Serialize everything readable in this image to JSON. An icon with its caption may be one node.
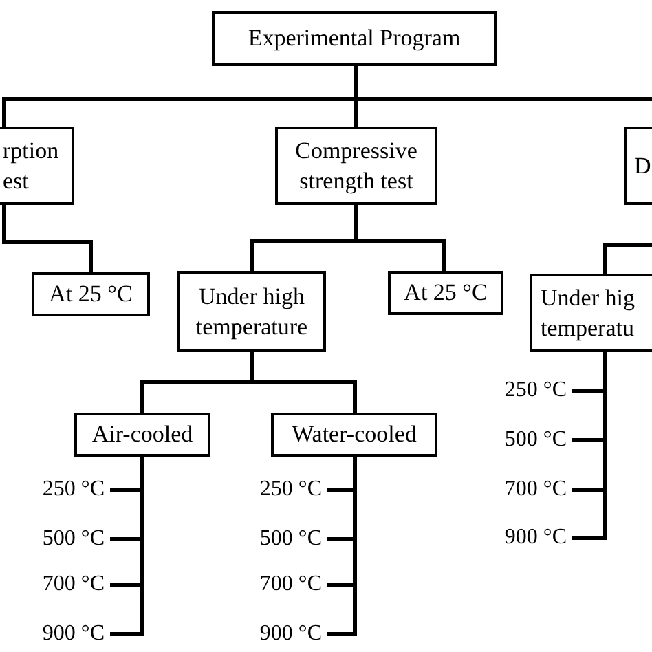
{
  "diagram": {
    "nodes": [
      {
        "text": [
          "Experimental Program"
        ]
      },
      {
        "text": [
          "rption est"
        ]
      },
      {
        "text": [
          "Compressive strength test"
        ]
      },
      {
        "text": [
          "D"
        ]
      },
      {
        "text": [
          "At 25 °C"
        ]
      },
      {
        "text": [
          "Under high temperature"
        ]
      },
      {
        "text": [
          "At 25 °C"
        ]
      },
      {
        "text": [
          "Under hig temperatu"
        ]
      },
      {
        "text": [
          "Air-cooled"
        ]
      },
      {
        "text": [
          "Water-cooled"
        ]
      },
      {
        "text": [
          "250 °C"
        ]
      },
      {
        "text": [
          "500 °C"
        ]
      },
      {
        "text": [
          "700 °C"
        ]
      },
      {
        "text": [
          "900 °C"
        ]
      },
      {
        "text": [
          "250 °C"
        ]
      },
      {
        "text": [
          "500 °C"
        ]
      },
      {
        "text": [
          "700 °C"
        ]
      },
      {
        "text": [
          "900 °C"
        ]
      },
      {
        "text": [
          "250 °C"
        ]
      },
      {
        "text": [
          "500 °C"
        ]
      },
      {
        "text": [
          "700 °C"
        ]
      },
      {
        "text": [
          "900 °C"
        ]
      }
    ],
    "edges": [
      {
        "from": 0,
        "to": 1,
        "arrow": "none"
      },
      {
        "from": 0,
        "to": 2,
        "arrow": "none"
      },
      {
        "from": 0,
        "to": 3,
        "arrow": "none"
      },
      {
        "from": 1,
        "to": 4,
        "arrow": "none"
      },
      {
        "from": 2,
        "to": 5,
        "arrow": "none"
      },
      {
        "from": 2,
        "to": 6,
        "arrow": "none"
      },
      {
        "from": 3,
        "to": 7,
        "arrow": "none"
      },
      {
        "from": 5,
        "to": 8,
        "arrow": "none"
      },
      {
        "from": 5,
        "to": 9,
        "arrow": "none"
      },
      {
        "from": 8,
        "to": 10,
        "arrow": "none"
      },
      {
        "from": 8,
        "to": 11,
        "arrow": "none"
      },
      {
        "from": 8,
        "to": 12,
        "arrow": "none"
      },
      {
        "from": 8,
        "to": 13,
        "arrow": "none"
      },
      {
        "from": 9,
        "to": 14,
        "arrow": "none"
      },
      {
        "from": 9,
        "to": 15,
        "arrow": "none"
      },
      {
        "from": 9,
        "to": 16,
        "arrow": "none"
      },
      {
        "from": 9,
        "to": 17,
        "arrow": "none"
      },
      {
        "from": 7,
        "to": 18,
        "arrow": "none"
      },
      {
        "from": 7,
        "to": 19,
        "arrow": "none"
      },
      {
        "from": 7,
        "to": 20,
        "arrow": "none"
      },
      {
        "from": 7,
        "to": 21,
        "arrow": "none"
      }
    ]
  }
}
